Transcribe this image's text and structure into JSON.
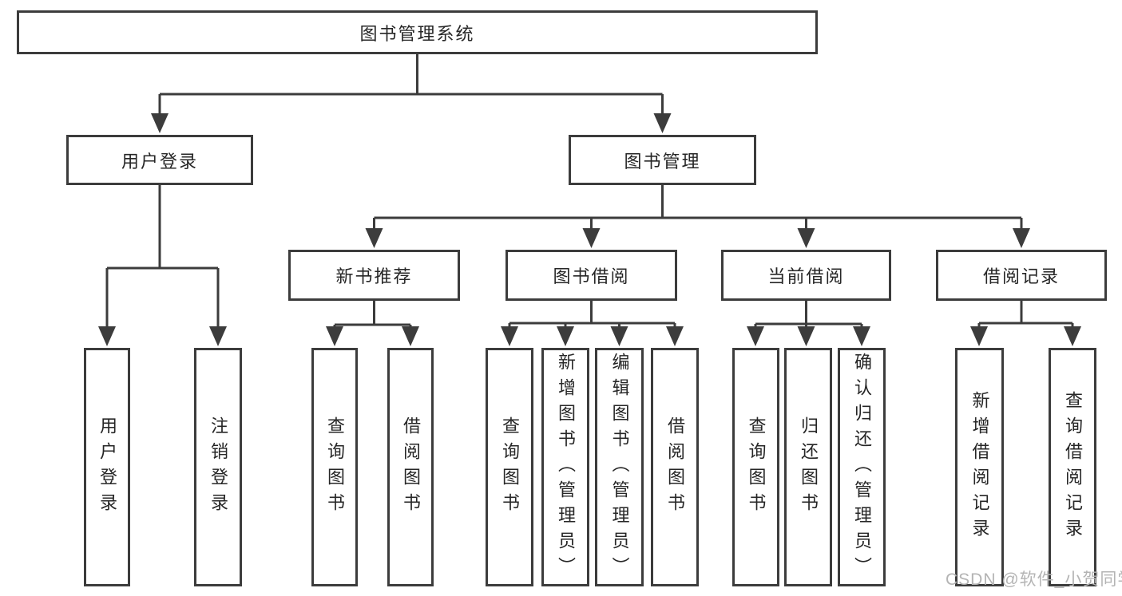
{
  "diagram_type": "functional-structure-tree",
  "tree": {
    "label": "图书管理系统",
    "children": [
      {
        "label": "用户登录",
        "children": [
          {
            "label": "用户登录"
          },
          {
            "label": "注销登录"
          }
        ]
      },
      {
        "label": "图书管理",
        "children": [
          {
            "label": "新书推荐",
            "children": [
              {
                "label": "查询图书"
              },
              {
                "label": "借阅图书"
              }
            ]
          },
          {
            "label": "图书借阅",
            "children": [
              {
                "label": "查询图书"
              },
              {
                "label": "新增图书（管理员）"
              },
              {
                "label": "编辑图书（管理员）"
              },
              {
                "label": "借阅图书"
              }
            ]
          },
          {
            "label": "当前借阅",
            "children": [
              {
                "label": "查询图书"
              },
              {
                "label": "归还图书"
              },
              {
                "label": "确认归还（管理员）"
              }
            ]
          },
          {
            "label": "借阅记录",
            "children": [
              {
                "label": "新增借阅记录"
              },
              {
                "label": "查询借阅记录"
              }
            ]
          }
        ]
      }
    ]
  },
  "watermark": {
    "text": "CSDN @软件_小贺同学"
  },
  "colors": {
    "line": "#3c3c3c",
    "box_border": "#3c3c3c",
    "text": "#262626",
    "watermark": "#b4b4b4",
    "background": "#ffffff"
  }
}
